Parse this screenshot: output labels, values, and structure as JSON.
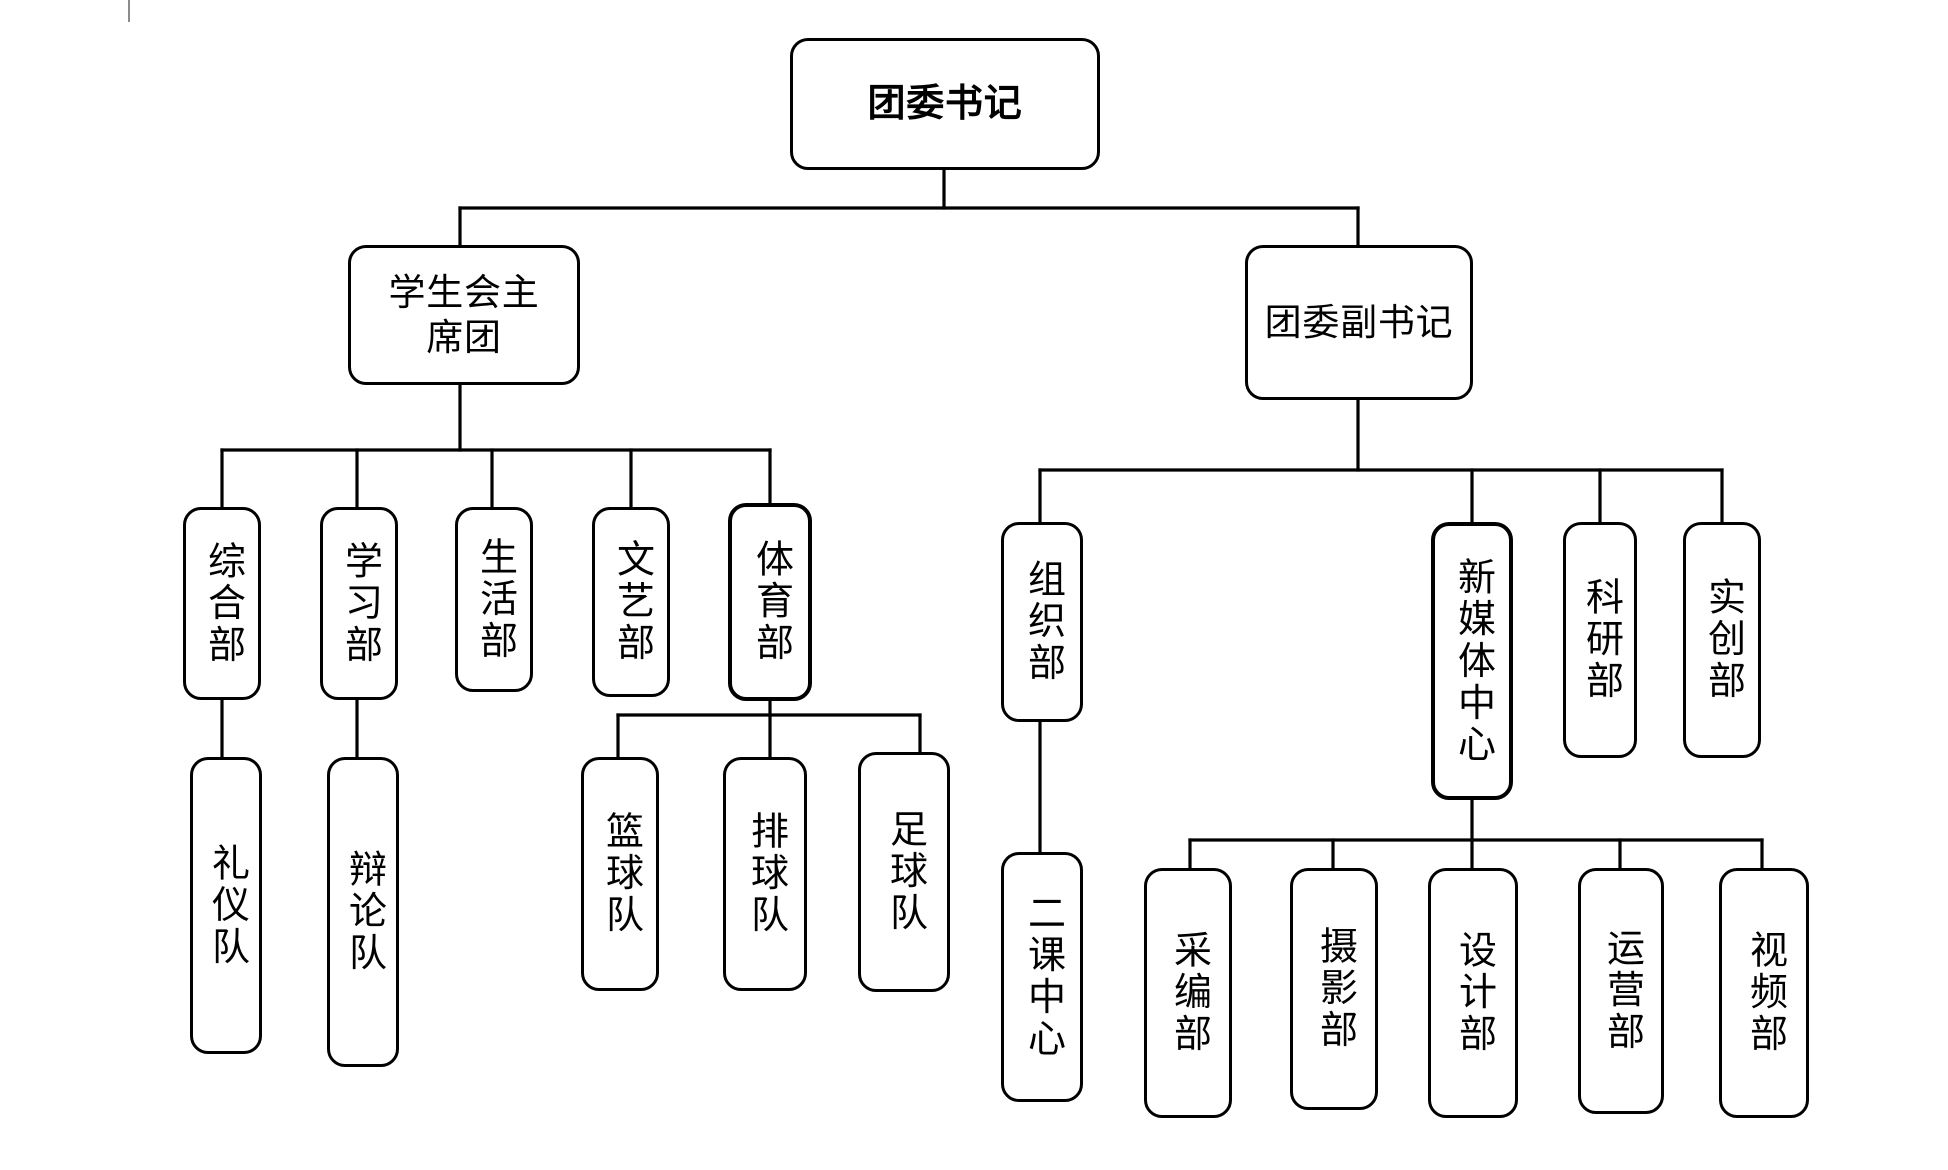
{
  "chart": {
    "title": "团委书记",
    "orientation": "top-down",
    "line_color": "#000000",
    "box_border_color": "#000000",
    "box_fill_color": "#ffffff",
    "background_color": "#ffffff"
  },
  "nodes": {
    "root": {
      "label": "团委书记",
      "text_direction": "horizontal",
      "bold": true
    },
    "student_union": {
      "label": "学生会主席团",
      "text_direction": "horizontal",
      "bold": false
    },
    "deputy_secretary": {
      "label": "团委副书记",
      "text_direction": "horizontal",
      "bold": false
    },
    "general_dept": {
      "label": "综合部",
      "text_direction": "vertical",
      "bold": false
    },
    "study_dept": {
      "label": "学习部",
      "text_direction": "vertical",
      "bold": false
    },
    "life_dept": {
      "label": "生活部",
      "text_direction": "vertical",
      "bold": false
    },
    "arts_dept": {
      "label": "文艺部",
      "text_direction": "vertical",
      "bold": false
    },
    "sports_dept": {
      "label": "体育部",
      "text_direction": "vertical",
      "bold": false
    },
    "etiquette_team": {
      "label": "礼仪队",
      "text_direction": "vertical",
      "bold": false
    },
    "debate_team": {
      "label": "辩论队",
      "text_direction": "vertical",
      "bold": false
    },
    "basketball_team": {
      "label": "篮球队",
      "text_direction": "vertical",
      "bold": false
    },
    "volleyball_team": {
      "label": "排球队",
      "text_direction": "vertical",
      "bold": false
    },
    "football_team": {
      "label": "足球队",
      "text_direction": "vertical",
      "bold": false
    },
    "organization_dept": {
      "label": "组织部",
      "text_direction": "vertical",
      "bold": false
    },
    "new_media_center": {
      "label": "新媒体中心",
      "text_direction": "vertical",
      "bold": false
    },
    "research_dept": {
      "label": "科研部",
      "text_direction": "vertical",
      "bold": false
    },
    "practice_innovation_dept": {
      "label": "实创部",
      "text_direction": "vertical",
      "bold": false
    },
    "second_class_center": {
      "label": "二课中心",
      "text_direction": "vertical",
      "bold": false
    },
    "editorial_dept": {
      "label": "采编部",
      "text_direction": "vertical",
      "bold": false
    },
    "photography_dept": {
      "label": "摄影部",
      "text_direction": "vertical",
      "bold": false
    },
    "design_dept": {
      "label": "设计部",
      "text_direction": "vertical",
      "bold": false
    },
    "operations_dept": {
      "label": "运营部",
      "text_direction": "vertical",
      "bold": false
    },
    "video_dept": {
      "label": "视频部",
      "text_direction": "vertical",
      "bold": false
    }
  },
  "hierarchy": {
    "root": "团委书记",
    "children": [
      {
        "node": "学生会主席团",
        "children": [
          {
            "node": "综合部",
            "children": [
              {
                "node": "礼仪队",
                "children": []
              }
            ]
          },
          {
            "node": "学习部",
            "children": [
              {
                "node": "辩论队",
                "children": []
              }
            ]
          },
          {
            "node": "生活部",
            "children": []
          },
          {
            "node": "文艺部",
            "children": []
          },
          {
            "node": "体育部",
            "children": [
              {
                "node": "篮球队",
                "children": []
              },
              {
                "node": "排球队",
                "children": []
              },
              {
                "node": "足球队",
                "children": []
              }
            ]
          }
        ]
      },
      {
        "node": "团委副书记",
        "children": [
          {
            "node": "组织部",
            "children": [
              {
                "node": "二课中心",
                "children": []
              }
            ]
          },
          {
            "node": "新媒体中心",
            "children": [
              {
                "node": "采编部",
                "children": []
              },
              {
                "node": "摄影部",
                "children": []
              },
              {
                "node": "设计部",
                "children": []
              },
              {
                "node": "运营部",
                "children": []
              },
              {
                "node": "视频部",
                "children": []
              }
            ]
          },
          {
            "node": "科研部",
            "children": []
          },
          {
            "node": "实创部",
            "children": []
          }
        ]
      }
    ]
  }
}
